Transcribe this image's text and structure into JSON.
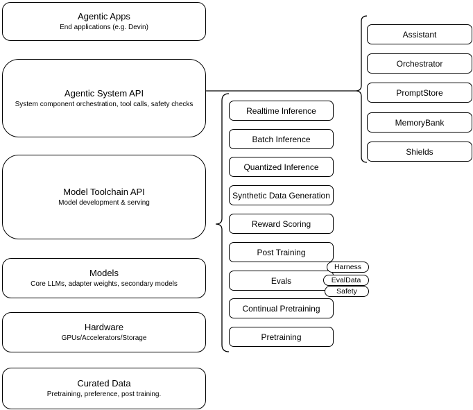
{
  "stack": {
    "boxes": [
      {
        "title": "Agentic Apps",
        "subtitle": "End applications (e.g. Devin)"
      },
      {
        "title": "Agentic System API",
        "subtitle": "System component orchestration, tool calls, safety checks"
      },
      {
        "title": "Model Toolchain API",
        "subtitle": "Model development & serving"
      },
      {
        "title": "Models",
        "subtitle": "Core LLMs, adapter weights, secondary models"
      },
      {
        "title": "Hardware",
        "subtitle": "GPUs/Accelerators/Storage"
      },
      {
        "title": "Curated Data",
        "subtitle": "Pretraining, preference, post training."
      }
    ]
  },
  "toolchain": {
    "nodes": [
      "Realtime Inference",
      "Batch Inference",
      "Quantized Inference",
      "Synthetic Data Generation",
      "Reward Scoring",
      "Post Training",
      "Evals",
      "Continual Pretraining",
      "Pretraining"
    ],
    "eval_tags": [
      "Harness",
      "EvalData",
      "Safety"
    ]
  },
  "system_components": {
    "nodes": [
      "Assistant",
      "Orchestrator",
      "PromptStore",
      "MemoryBank",
      "Shields"
    ]
  },
  "colors": {
    "stroke": "#000000",
    "background": "#ffffff"
  }
}
